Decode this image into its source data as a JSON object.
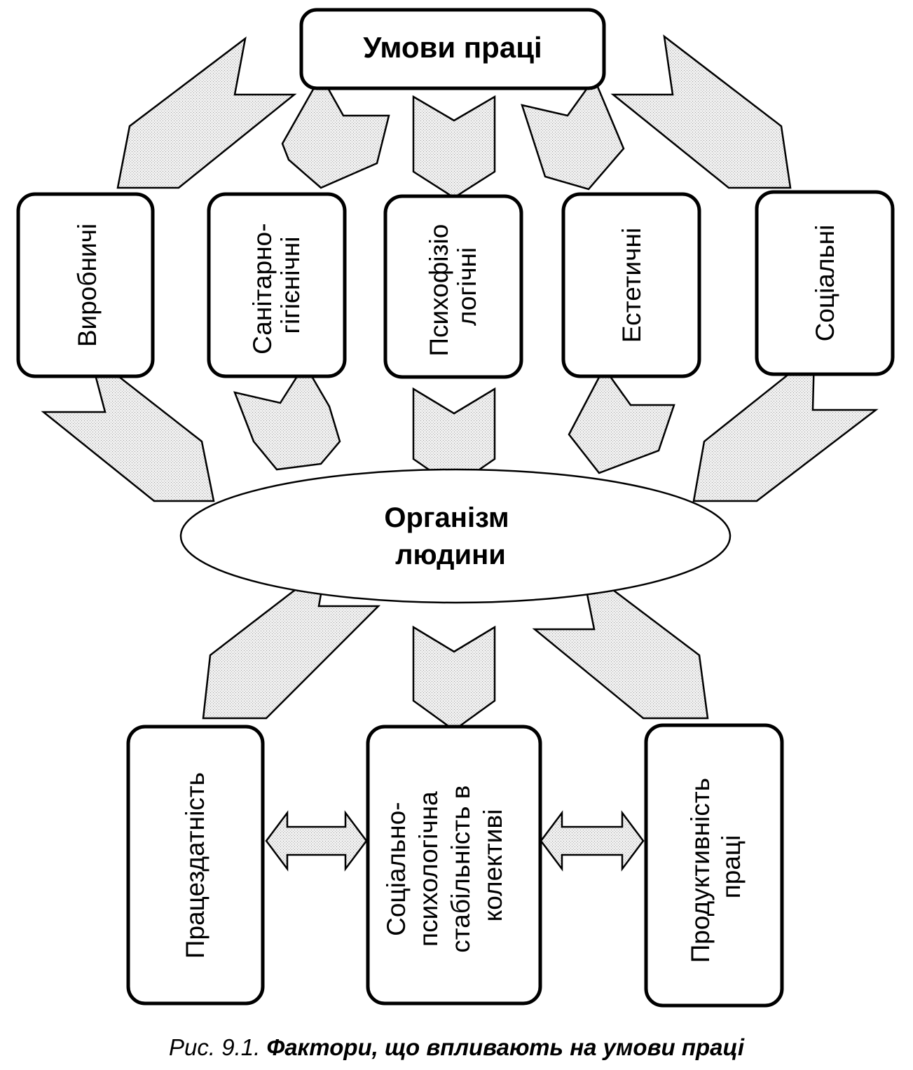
{
  "top_box": "Умови праці",
  "factors": [
    {
      "id": "vyrobnychi",
      "lines": [
        "Виробничі"
      ]
    },
    {
      "id": "sanitarno",
      "lines": [
        "Санітарно-",
        "гігієнічні"
      ]
    },
    {
      "id": "psykhofiziologichni",
      "lines": [
        "Психофізіо",
        "логічні"
      ]
    },
    {
      "id": "estetychni",
      "lines": [
        "Естетичні"
      ]
    },
    {
      "id": "sotsialni",
      "lines": [
        "Соціальні"
      ]
    }
  ],
  "center": [
    "Організм",
    "людини"
  ],
  "outcomes": [
    {
      "id": "pratsezdatnist",
      "lines": [
        "Працездатність"
      ]
    },
    {
      "id": "stabilnist",
      "lines": [
        "Соціально-",
        "психологічна",
        "стабільність в",
        "колективі"
      ]
    },
    {
      "id": "produktyvnist",
      "lines": [
        "Продуктивність",
        "праці"
      ]
    }
  ],
  "caption": {
    "number": "Рис. 9.1.",
    "text": "Фактори, що впливають на умови праці"
  },
  "colors": {
    "arrow_fill": "#e8e8e8",
    "stroke": "#000000"
  }
}
